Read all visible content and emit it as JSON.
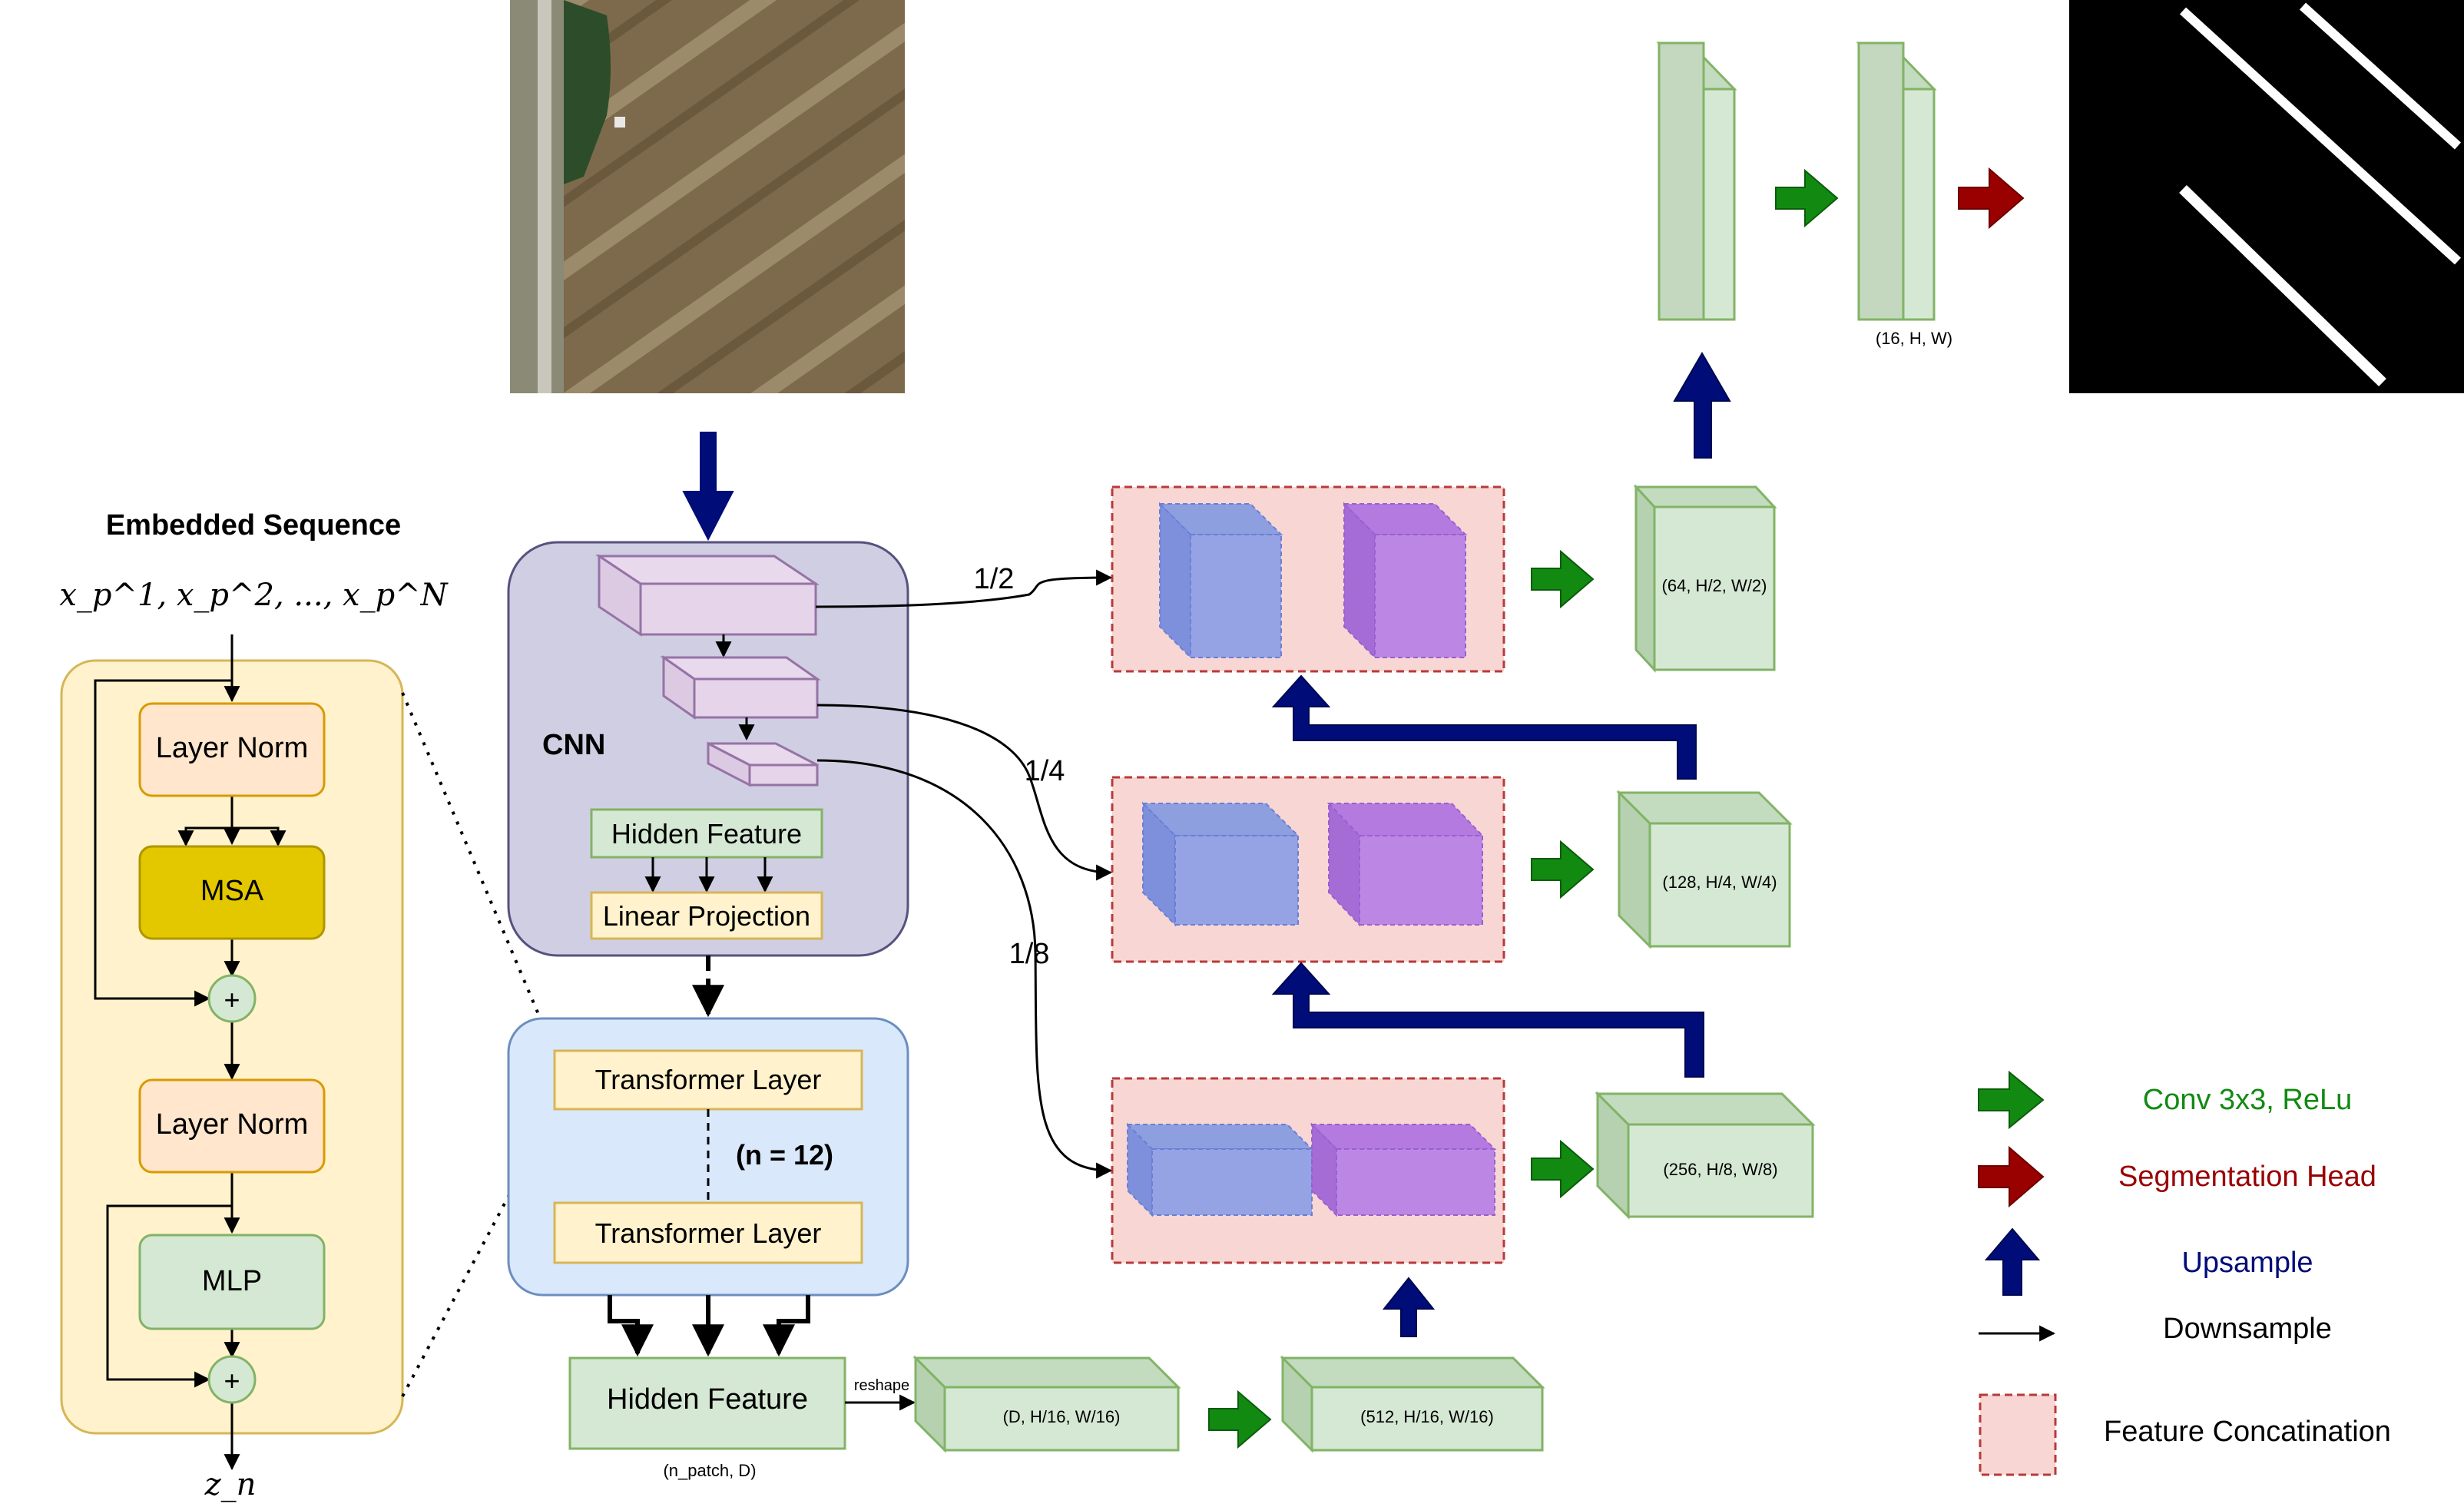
{
  "encoder": {
    "title": "Embedded Sequence",
    "input_tokens": "x_p^1, x_p^2, ..., x_p^N",
    "layer_norm_1": "Layer Norm",
    "msa": "MSA",
    "add_symbol": "+",
    "layer_norm_2": "Layer Norm",
    "mlp": "MLP",
    "output": "z_n"
  },
  "cnn": {
    "label": "CNN",
    "hidden_feature": "Hidden Feature",
    "linear_projection": "Linear Projection"
  },
  "transformer": {
    "layer_top": "Transformer Layer",
    "layer_bottom": "Transformer Layer",
    "repeat": "(n = 12)"
  },
  "hidden_feature_bottom": {
    "label": "Hidden Feature",
    "shape": "(n_patch, D)",
    "reshape": "reshape"
  },
  "skip_labels": {
    "half": "1/2",
    "quarter": "1/4",
    "eighth": "1/8"
  },
  "feature_maps": {
    "d_16": "(D, H/16, W/16)",
    "c512": "(512, H/16, W/16)",
    "c256": "(256, H/8, W/8)",
    "c128": "(128, H/4, W/4)",
    "c64": "(64, H/2, W/2)",
    "c16": "(16, H, W)"
  },
  "legend": {
    "conv": "Conv 3x3, ReLu",
    "seg_head": "Segmentation Head",
    "upsample": "Upsample",
    "downsample": "Downsample",
    "concat": "Feature Concatination"
  },
  "colors": {
    "conv_arrow": "#128a12",
    "seg_arrow": "#990000",
    "upsample_arrow": "#000c78",
    "concat_fill": "#f8d6d3",
    "concat_border": "#b83a3a"
  }
}
